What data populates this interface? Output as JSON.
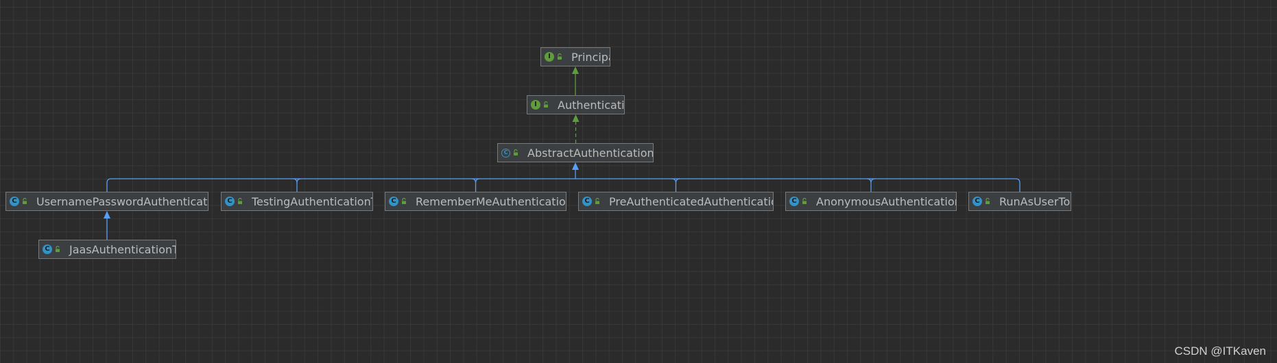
{
  "nodes": {
    "principal": {
      "label": "Principal",
      "kind": "interface",
      "kind_letter": "I"
    },
    "authentication": {
      "label": "Authentication",
      "kind": "interface",
      "kind_letter": "I"
    },
    "abstract_token": {
      "label": "AbstractAuthenticationToken",
      "kind": "abstract",
      "kind_letter": "C"
    },
    "username_password": {
      "label": "UsernamePasswordAuthenticationToker",
      "kind": "class",
      "kind_letter": "C"
    },
    "testing": {
      "label": "TestingAuthenticationToken",
      "kind": "class",
      "kind_letter": "C"
    },
    "remember_me": {
      "label": "RememberMeAuthenticationToken",
      "kind": "class",
      "kind_letter": "C"
    },
    "pre_authenticated": {
      "label": "PreAuthenticatedAuthenticationToken",
      "kind": "class",
      "kind_letter": "C"
    },
    "anonymous": {
      "label": "AnonymousAuthenticationToken",
      "kind": "class",
      "kind_letter": "C"
    },
    "run_as_user": {
      "label": "RunAsUserToken",
      "kind": "class",
      "kind_letter": "C"
    },
    "jaas": {
      "label": "JaasAuthenticationToken",
      "kind": "class",
      "kind_letter": "C"
    }
  },
  "edges": [
    {
      "from": "authentication",
      "to": "principal",
      "type": "extends-interface"
    },
    {
      "from": "abstract_token",
      "to": "authentication",
      "type": "implements"
    },
    {
      "from": "username_password",
      "to": "abstract_token",
      "type": "extends"
    },
    {
      "from": "testing",
      "to": "abstract_token",
      "type": "extends"
    },
    {
      "from": "remember_me",
      "to": "abstract_token",
      "type": "extends"
    },
    {
      "from": "pre_authenticated",
      "to": "abstract_token",
      "type": "extends"
    },
    {
      "from": "anonymous",
      "to": "abstract_token",
      "type": "extends"
    },
    {
      "from": "run_as_user",
      "to": "abstract_token",
      "type": "extends"
    },
    {
      "from": "jaas",
      "to": "username_password",
      "type": "extends"
    }
  ],
  "colors": {
    "background": "#2b2b2b",
    "interface_edge": "#5e9c3c",
    "class_edge": "#589df6",
    "interface_icon": "#5e9c3c",
    "class_icon": "#3592c4",
    "text": "#bbbbbb"
  },
  "watermark": "CSDN @ITKaven"
}
